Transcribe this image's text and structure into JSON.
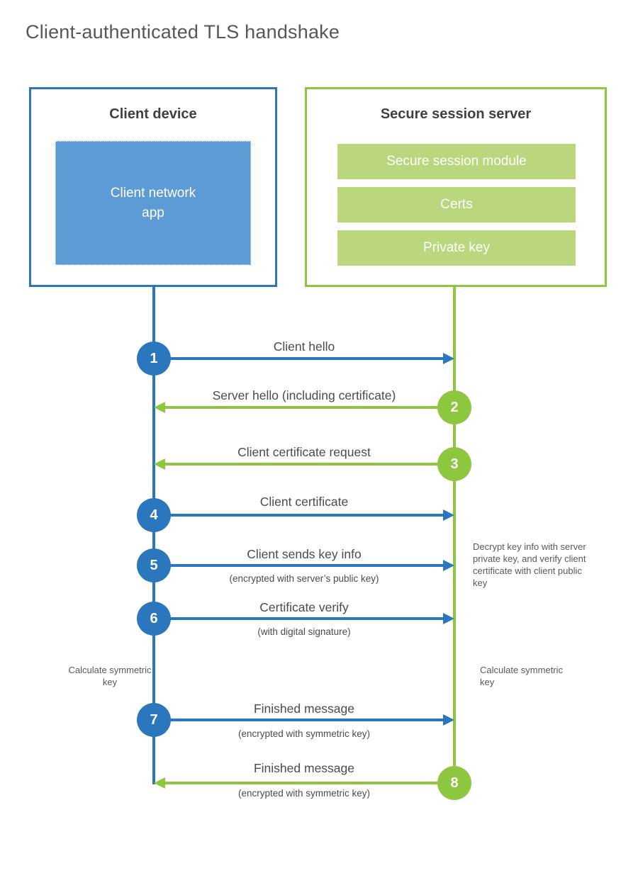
{
  "title": "Client-authenticated TLS handshake",
  "colors": {
    "blue": "#2B77BD",
    "blue_fill": "#5C9BD6",
    "green": "#8DC63F",
    "green_fill": "#BAD77E"
  },
  "client": {
    "title": "Client device",
    "app_label": "Client network app"
  },
  "server": {
    "title": "Secure session server",
    "modules": [
      "Secure session module",
      "Certs",
      "Private key"
    ]
  },
  "steps": [
    {
      "num": "1",
      "label": "Client hello"
    },
    {
      "num": "2",
      "label": "Server hello (including certificate)"
    },
    {
      "num": "3",
      "label": "Client certificate request"
    },
    {
      "num": "4",
      "label": "Client certificate"
    },
    {
      "num": "5",
      "label": "Client sends key info",
      "sub": "(encrypted with server’s public key)"
    },
    {
      "num": "6",
      "label": "Certificate verify",
      "sub": "(with digital signature)"
    },
    {
      "num": "7",
      "label": "Finished message",
      "sub": "(encrypted with symmetric key)"
    },
    {
      "num": "8",
      "label": "Finished message",
      "sub": "(encrypted with symmetric key)"
    }
  ],
  "notes": {
    "decrypt": "Decrypt key info with server private key, and verify client certificate with client public key",
    "calculate_left": "Calculate symmetric key",
    "calculate_right": "Calculate symmetric key"
  }
}
